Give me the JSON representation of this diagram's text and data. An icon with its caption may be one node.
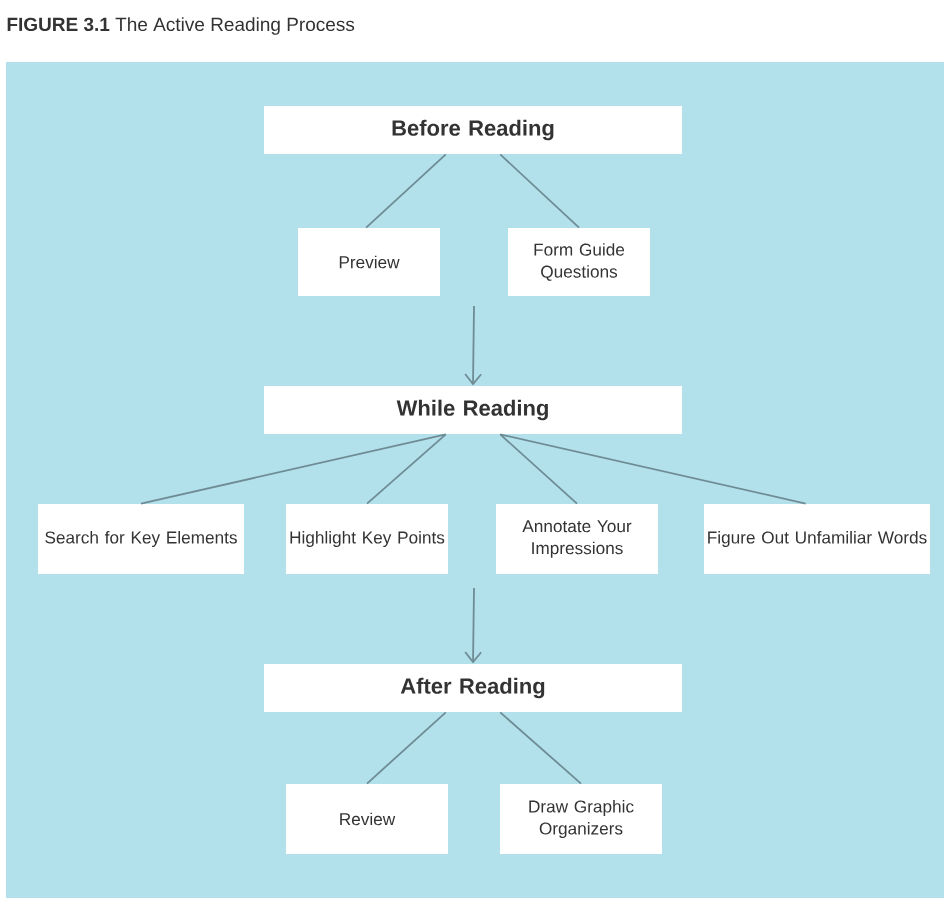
{
  "diagram": {
    "title": "**FIGURE 3.1** The Active Reading Process",
    "nodes": [
      {
        "text": [
          "Before Reading"
        ]
      },
      {
        "text": [
          "Preview"
        ]
      },
      {
        "text": [
          "Form Guide Questions"
        ]
      },
      {
        "text": [
          "While Reading"
        ]
      },
      {
        "text": [
          "Search for Key Elements"
        ]
      },
      {
        "text": [
          "Highlight Key Points"
        ]
      },
      {
        "text": [
          "Annotate Your Impressions"
        ]
      },
      {
        "text": [
          "Figure Out Unfamiliar Words"
        ]
      },
      {
        "text": [
          "After Reading"
        ]
      },
      {
        "text": [
          "Review"
        ]
      },
      {
        "text": [
          "Draw Graphic Organizers"
        ]
      }
    ],
    "edges": [
      {
        "from": 0,
        "to": 1,
        "arrow": "none"
      },
      {
        "from": 0,
        "to": 2,
        "arrow": "none"
      },
      {
        "from": null,
        "to": 3,
        "arrow": "to"
      },
      {
        "from": 3,
        "to": 4,
        "arrow": "none"
      },
      {
        "from": 3,
        "to": 5,
        "arrow": "none"
      },
      {
        "from": 3,
        "to": 6,
        "arrow": "none"
      },
      {
        "from": 3,
        "to": 7,
        "arrow": "none"
      },
      {
        "from": null,
        "to": 8,
        "arrow": "to"
      },
      {
        "from": 8,
        "to": 9,
        "arrow": "none"
      },
      {
        "from": 8,
        "to": 10,
        "arrow": "none"
      }
    ]
  }
}
